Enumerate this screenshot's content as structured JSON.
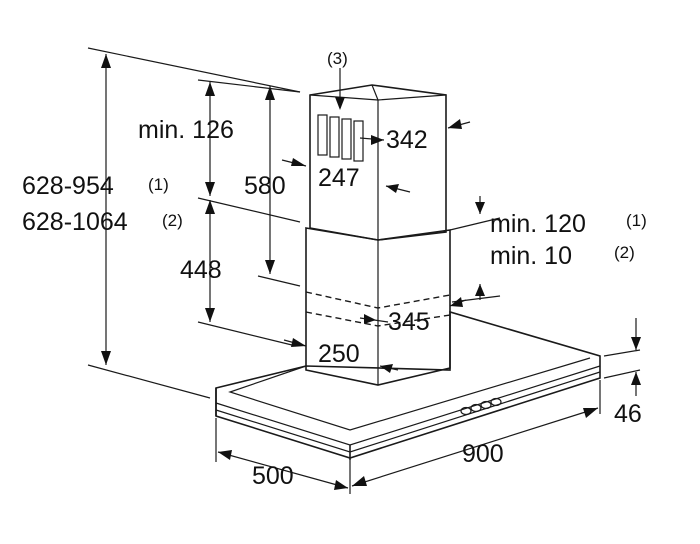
{
  "labels": {
    "note_3": "(3)",
    "min_126": "min. 126",
    "range_954": "628-954",
    "sup_1": "(1)",
    "range_1064": "628-1064",
    "sup_2": "(2)",
    "d580": "580",
    "d247": "247",
    "d342": "342",
    "min_120": "min. 120",
    "min_10": "min. 10",
    "d448": "448",
    "d345": "345",
    "d250": "250",
    "d46": "46",
    "d500": "500",
    "d900": "900"
  }
}
